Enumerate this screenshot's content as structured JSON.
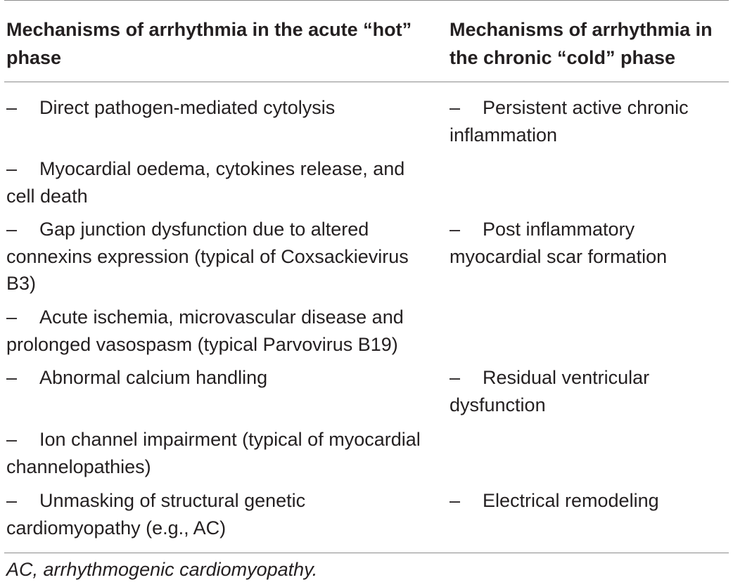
{
  "table": {
    "headers": [
      "Mechanisms of arrhythmia in the acute “hot” phase",
      "Mechanisms of arrhythmia in the chronic “cold” phase"
    ],
    "dash": "–",
    "hot_phase": [
      "Direct pathogen-mediated cytolysis",
      "Myocardial oedema, cytokines release, and cell death",
      "Gap junction dysfunction due to altered connexins expression (typical of Coxsackievirus B3)",
      "Acute ischemia, microvascular disease and prolonged vasospasm (typical Parvovirus B19)",
      "Abnormal calcium handling",
      "Ion channel impairment (typical of myocardial channelopathies)",
      "Unmasking of structural genetic cardiomyopathy (e.g., AC)"
    ],
    "cold_phase": [
      "Persistent active chronic inflammation",
      "Post inflammatory myocardial scar formation",
      "Residual ventricular dysfunction",
      "Electrical remodeling"
    ]
  },
  "footnote": "AC, arrhythmogenic cardiomyopathy."
}
